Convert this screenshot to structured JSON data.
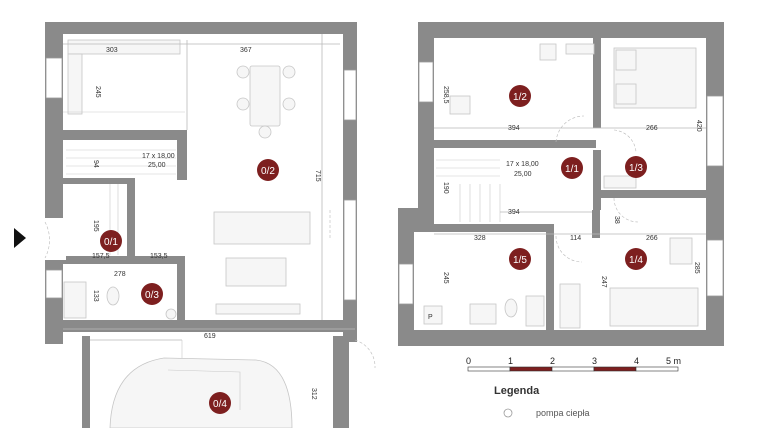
{
  "rooms": [
    {
      "id": "0/1"
    },
    {
      "id": "0/2"
    },
    {
      "id": "0/3"
    },
    {
      "id": "0/4"
    },
    {
      "id": "1/1"
    },
    {
      "id": "1/2"
    },
    {
      "id": "1/3"
    },
    {
      "id": "1/4"
    },
    {
      "id": "1/5"
    }
  ],
  "dimensions": {
    "ground": {
      "top_left": "303",
      "top_right": "367",
      "kitchen_height": "245",
      "stairs_label": "17 x 18,00",
      "stairs_sub": "25,00",
      "stairs_left": "94",
      "hall_height": "195",
      "hall_width": "157,5",
      "wc_width": "153,5",
      "room_width": "278",
      "wc_height": "133",
      "total_height": "715",
      "total_width": "619",
      "garage_height": "312"
    },
    "first": {
      "bed2_height": "258,5",
      "bed2_width": "394",
      "bed3_width": "266",
      "bed3_height": "420",
      "stairs_label": "17 x 18,00",
      "stairs_sub": "25,00",
      "stairs_height": "190",
      "stairs_width": "394",
      "closet": "38",
      "bath_width": "328",
      "hall_width": "114",
      "bed4_width": "266",
      "bath_height": "245",
      "bed4_height": "247",
      "bed4_right": "285",
      "bath_p": "P"
    }
  },
  "scale": {
    "ticks": [
      "0",
      "1",
      "2",
      "3",
      "4",
      "5 m"
    ],
    "colors": [
      "#ffffff",
      "#7d1f1f"
    ]
  },
  "legend": {
    "title": "Legenda",
    "items": [
      "pompa ciepła"
    ]
  },
  "colors": {
    "badge": "#7d1f1f",
    "wall": "#8a8a8a"
  }
}
